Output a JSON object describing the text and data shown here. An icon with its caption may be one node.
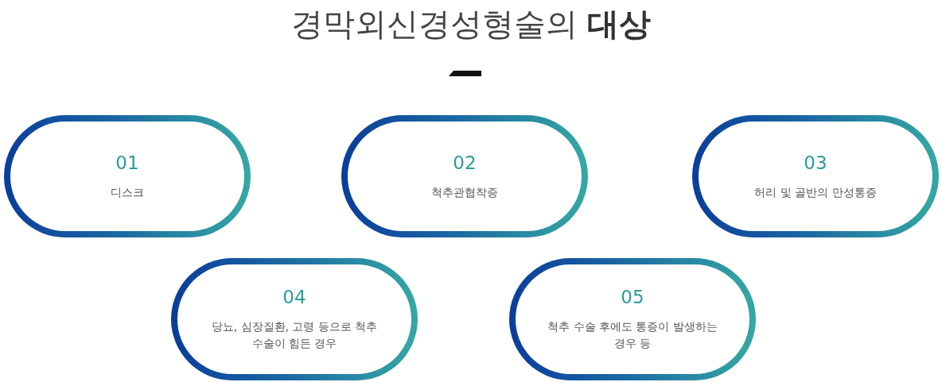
{
  "diagram": {
    "title": "경막외신경성형술의 **대상**",
    "nodes": [
      {
        "text": [
          "01",
          "디스크"
        ]
      },
      {
        "text": [
          "02",
          "척추관협착증"
        ]
      },
      {
        "text": [
          "03",
          "허리 및 골반의 만성통증"
        ]
      },
      {
        "text": [
          "04",
          "당뇨, 심장질환, 고령 등으로 척추수술이 힘든 경우"
        ]
      },
      {
        "text": [
          "05",
          "척추 수술 후에도 통증이 발생하는 경우 등"
        ]
      }
    ],
    "edges": []
  }
}
